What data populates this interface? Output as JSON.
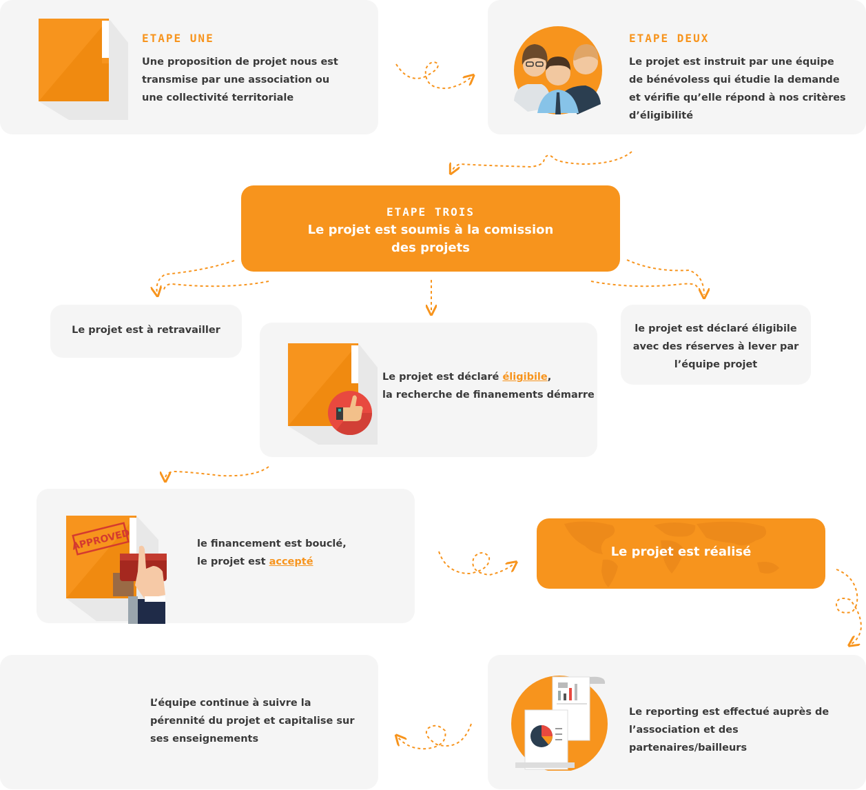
{
  "colors": {
    "accent": "#f7941d",
    "card_bg": "#f5f5f5",
    "text": "#3a3a3a"
  },
  "step1": {
    "title": "Etape une",
    "text": "Une proposition de projet nous est transmise par une association ou une collectivité territoriale",
    "icon": "folder-icon"
  },
  "step2": {
    "title": "Etape deux",
    "text": "Le projet est instruit par une équipe de bénévoless qui étudie la demande et vérifie qu’elle répond à nos critères d’éligibilité",
    "icon": "team-icon"
  },
  "step3": {
    "title": "Etape trois",
    "line1": "Le projet est soumis à la comission",
    "line2": "des projets"
  },
  "outcome_rework": {
    "text": "Le projet est à retravailler"
  },
  "outcome_eligible": {
    "before": "Le projet est déclaré ",
    "link": "éligibile",
    "after": ",",
    "line2": "la recherche de finanements démarre",
    "icon": "folder-thumbs-up-icon"
  },
  "outcome_reserves": {
    "text": "le projet est déclaré éligibile avec des réserves à lever par l’équipe projet"
  },
  "financing": {
    "line1": "le financement est bouclé,",
    "before": "le projet est ",
    "link": "accepté",
    "stamp": "APPROVED",
    "icon": "approved-stamp-icon"
  },
  "realised": {
    "text": "Le projet est réalisé",
    "icon": "world-map-icon"
  },
  "reporting": {
    "text": "Le reporting est effectué auprès de l’association et des partenaires/bailleurs",
    "icon": "report-charts-icon"
  },
  "followup": {
    "text": "L’équipe continue à suivre la pérennité du projet et capitalise sur ses enseignements"
  }
}
